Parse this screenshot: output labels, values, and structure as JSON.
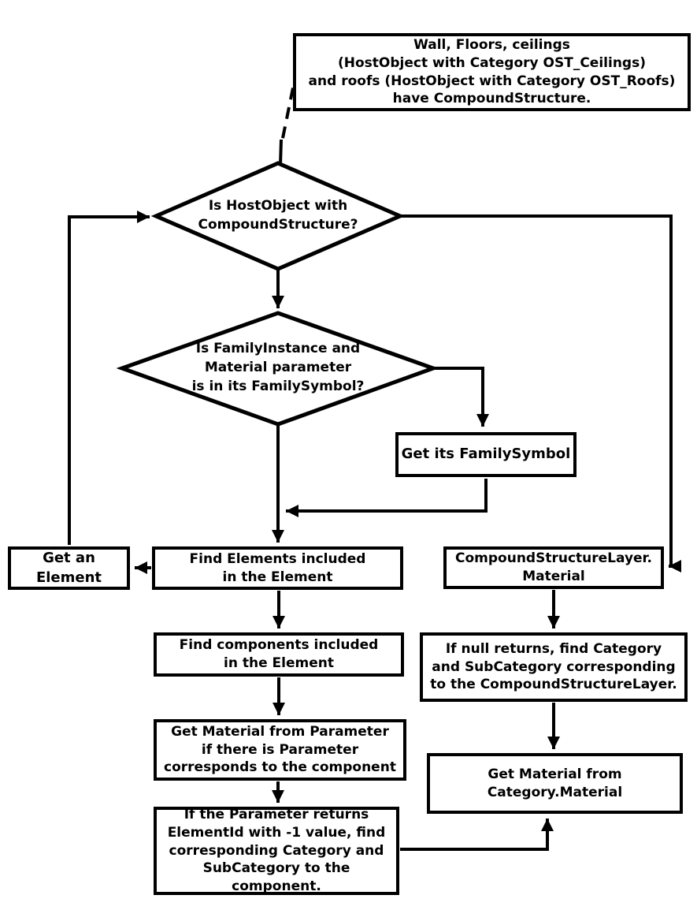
{
  "diagram": {
    "nodes": {
      "note": {
        "text": "Wall, Floors, ceilings\n(HostObject with Category OST_Ceilings)\nand roofs (HostObject with Category OST_Roofs)\nhave CompoundStructure."
      },
      "decision_hostobject": {
        "text": "Is HostObject with\nCompoundStructure?"
      },
      "decision_familyinstance": {
        "text": "Is FamilyInstance and\nMaterial parameter\nis in its FamilySymbol?"
      },
      "get_family_symbol": {
        "text": "Get its FamilySymbol"
      },
      "get_an_element": {
        "text": "Get an Element"
      },
      "find_elements": {
        "text": "Find Elements included\nin the Element"
      },
      "compound_structure_layer": {
        "text": "CompoundStructureLayer.\nMaterial"
      },
      "find_components": {
        "text": "Find components included\nin the Element"
      },
      "if_null_returns": {
        "text": "If null returns, find Category\nand SubCategory corresponding\nto the CompoundStructureLayer."
      },
      "get_material_parameter": {
        "text": "Get Material from Parameter\nif there is Parameter\ncorresponds to the component"
      },
      "get_material_category": {
        "text": "Get Material from\nCategory.Material"
      },
      "if_parameter_returns": {
        "text": "If the Parameter returns\nElementId with -1 value, find\ncorresponding Category and\nSubCategory to the component."
      }
    },
    "colors": {
      "line": "#000000",
      "background": "#ffffff",
      "text": "#000000"
    }
  }
}
